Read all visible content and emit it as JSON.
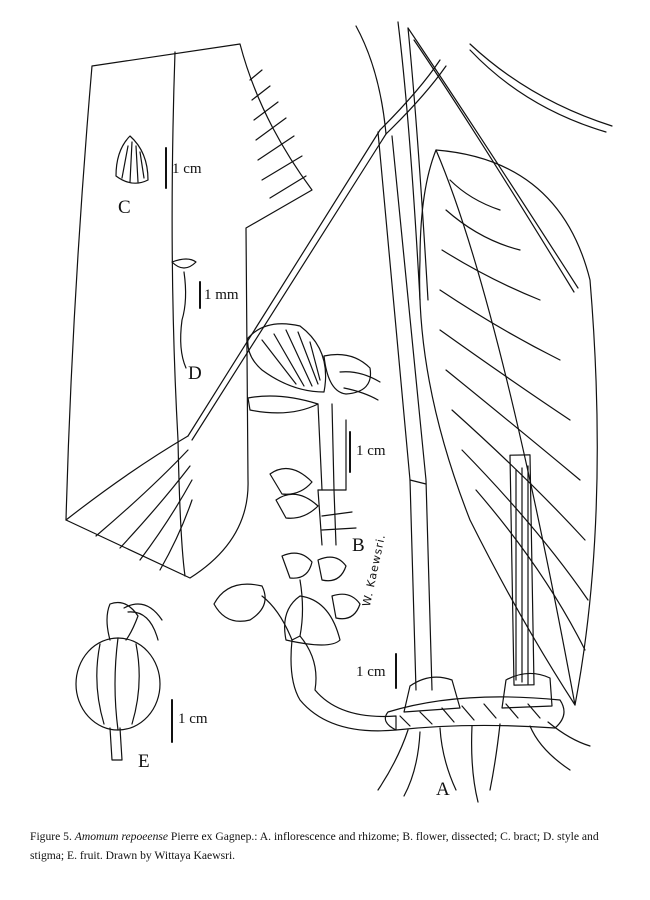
{
  "figure": {
    "panel_labels": {
      "A": "A",
      "B": "B",
      "C": "C",
      "D": "D",
      "E": "E"
    },
    "scale_bars": {
      "C": "1 cm",
      "D": "1 mm",
      "B": "1 cm",
      "A": "1 cm",
      "E": "1 cm"
    },
    "signature": "W. Kaewsri."
  },
  "caption": {
    "prefix": "Figure 5. ",
    "species_italic": "Amomum repoeense",
    "text": " Pierre ex Gagnep.: A. inflorescence and rhizome; B. flower, dissected; C. bract; D. style and stigma; E. fruit. Drawn by Wittaya Kaewsri."
  }
}
